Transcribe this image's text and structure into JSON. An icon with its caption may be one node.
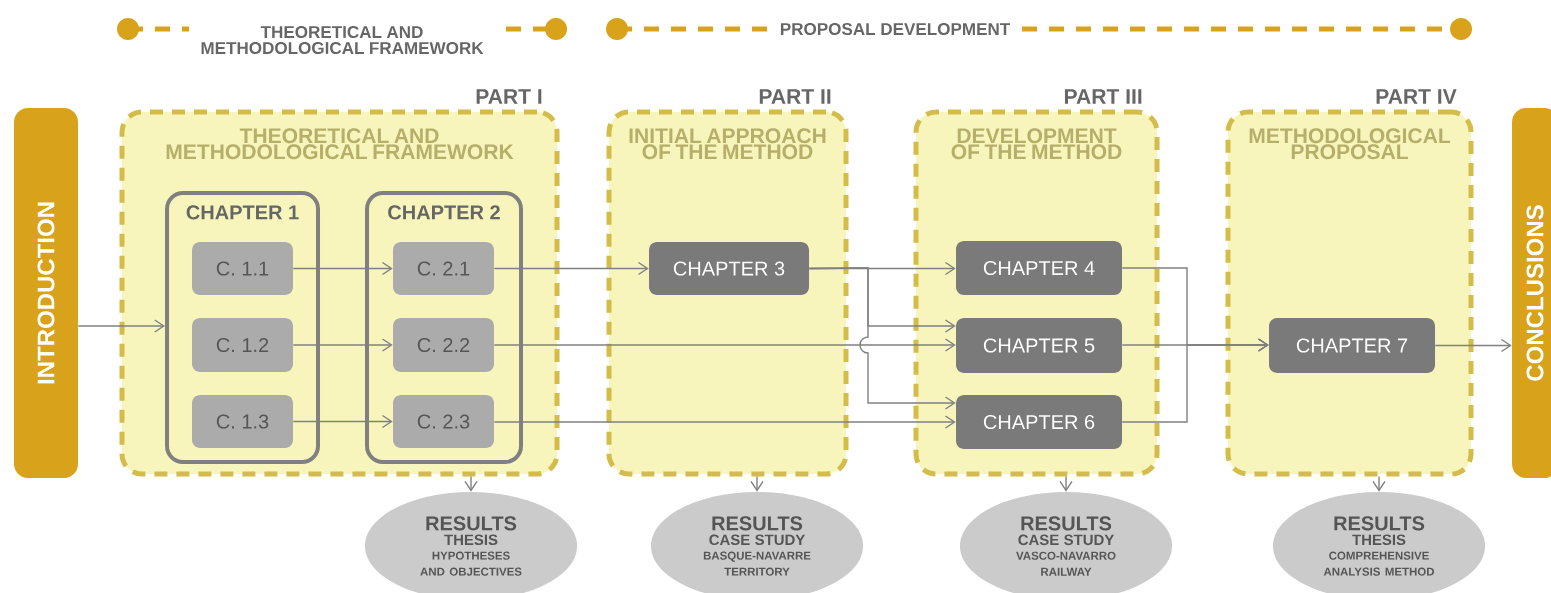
{
  "diagram": {
    "nodes": [
      {
        "text": [
          "INTRODUCTION"
        ]
      },
      {
        "text": [
          "PART I",
          "THEORETICAL AND METHODOLOGICAL FRAMEWORK"
        ]
      },
      {
        "text": [
          "CHAPTER 1"
        ],
        "in": 1
      },
      {
        "text": [
          "C. 1.1"
        ],
        "in": 2
      },
      {
        "text": [
          "C. 1.2"
        ],
        "in": 2
      },
      {
        "text": [
          "C. 1.3"
        ],
        "in": 2
      },
      {
        "text": [
          "CHAPTER 2"
        ],
        "in": 1
      },
      {
        "text": [
          "C. 2.1"
        ],
        "in": 6
      },
      {
        "text": [
          "C. 2.2"
        ],
        "in": 6
      },
      {
        "text": [
          "C. 2.3"
        ],
        "in": 6
      },
      {
        "text": [
          "PART II",
          "INITIAL APPROACH OF THE METHOD"
        ]
      },
      {
        "text": [
          "CHAPTER 3"
        ],
        "in": 10
      },
      {
        "text": [
          "PART III",
          "DEVELOPMENT OF THE METHOD"
        ]
      },
      {
        "text": [
          "CHAPTER 4"
        ],
        "in": 12
      },
      {
        "text": [
          "CHAPTER 5"
        ],
        "in": 12
      },
      {
        "text": [
          "CHAPTER 6"
        ],
        "in": 12
      },
      {
        "text": [
          "PART IV",
          "METHODOLOGICAL PROPOSAL"
        ]
      },
      {
        "text": [
          "CHAPTER 7"
        ],
        "in": 16
      },
      {
        "text": [
          "CONCLUSIONS"
        ]
      },
      {
        "text": [
          "RESULTS",
          "THESIS",
          "HYPOTHESES AND OBJECTIVES"
        ]
      },
      {
        "text": [
          "RESULTS",
          "CASE STUDY",
          "BASQUE-NAVARRE TERRITORY"
        ]
      },
      {
        "text": [
          "RESULTS",
          "CASE STUDY",
          "VASCO-NAVARRO RAILWAY"
        ]
      },
      {
        "text": [
          "RESULTS",
          "THESIS",
          "COMPREHENSIVE ANALYSIS METHOD"
        ]
      }
    ],
    "edges": [
      {
        "from": 0,
        "to": 2,
        "arrow": "to"
      },
      {
        "from": 3,
        "to": 7,
        "arrow": "to"
      },
      {
        "from": 4,
        "to": 8,
        "arrow": "to"
      },
      {
        "from": 5,
        "to": 9,
        "arrow": "to"
      },
      {
        "from": 7,
        "to": 11,
        "arrow": "to"
      },
      {
        "from": 8,
        "to": 14,
        "arrow": "to"
      },
      {
        "from": 9,
        "to": 15,
        "arrow": "to"
      },
      {
        "from": 11,
        "to": 13,
        "arrow": "to"
      },
      {
        "from": 11,
        "to": 14,
        "arrow": "to"
      },
      {
        "from": 11,
        "to": 15,
        "arrow": "to"
      },
      {
        "from": 13,
        "to": 17,
        "arrow": "to"
      },
      {
        "from": 14,
        "to": 17,
        "arrow": "to"
      },
      {
        "from": 15,
        "to": 17,
        "arrow": "to"
      },
      {
        "from": 17,
        "to": 18,
        "arrow": "to"
      },
      {
        "from": 1,
        "to": 19,
        "arrow": "to"
      },
      {
        "from": 10,
        "to": 20,
        "arrow": "to"
      },
      {
        "from": 12,
        "to": 21,
        "arrow": "to"
      },
      {
        "from": 16,
        "to": 22,
        "arrow": "to"
      }
    ],
    "labels": [
      "THEORETICAL AND METHODOLOGICAL FRAMEWORK",
      "PROPOSAL DEVELOPMENT"
    ]
  }
}
